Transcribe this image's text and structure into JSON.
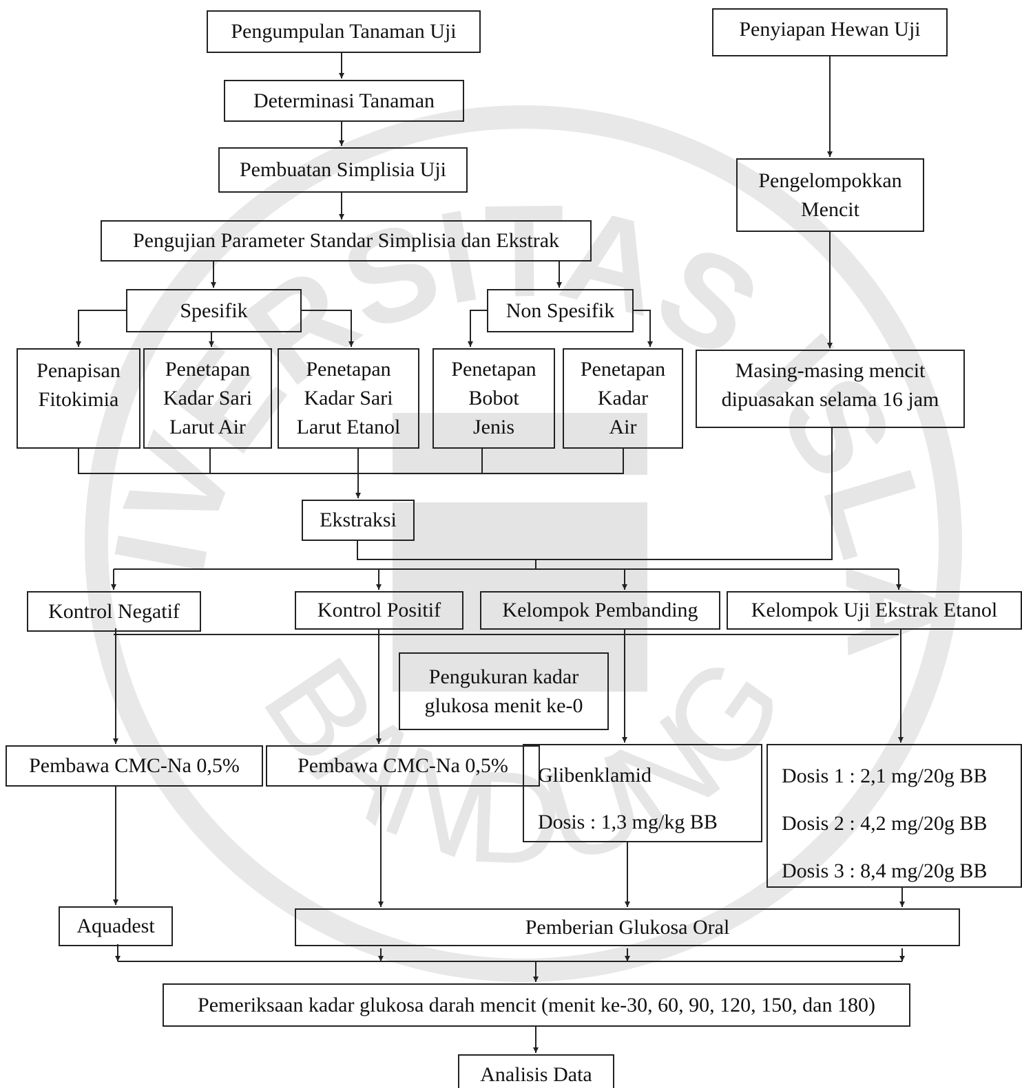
{
  "boxes": {
    "pengumpulan": "Pengumpulan Tanaman Uji",
    "determinasi": "Determinasi Tanaman",
    "pembuatan": "Pembuatan Simplisia Uji",
    "pengujian": "Pengujian Parameter Standar Simplisia dan Ekstrak",
    "spesifik": "Spesifik",
    "non_spesifik": "Non Spesifik",
    "penapisan": [
      "Penapisan",
      "Fitokimia"
    ],
    "kadar_sari_air": [
      "Penetapan",
      "Kadar Sari",
      "Larut Air"
    ],
    "kadar_sari_etanol": [
      "Penetapan",
      "Kadar Sari",
      "Larut Etanol"
    ],
    "bobot_jenis": [
      "Penetapan",
      "Bobot",
      "Jenis"
    ],
    "kadar_air": [
      "Penetapan",
      "Kadar",
      "Air"
    ],
    "ekstraksi": "Ekstraksi",
    "penyiapan_hewan": "Penyiapan Hewan Uji",
    "pengelompokkan": [
      "Pengelompokkan",
      "Mencit"
    ],
    "puasa": [
      "Masing-masing mencit",
      "dipuasakan selama 16 jam"
    ],
    "kontrol_negatif": "Kontrol Negatif",
    "kontrol_positif": "Kontrol Positif",
    "kelompok_pembanding": "Kelompok Pembanding",
    "kelompok_uji": "Kelompok Uji Ekstrak Etanol",
    "pengukuran": [
      "Pengukuran kadar",
      "glukosa menit ke-0"
    ],
    "pembawa_1": "Pembawa CMC-Na 0,5%",
    "pembawa_2": "Pembawa CMC-Na 0,5%",
    "glibenklamid": [
      "Glibenklamid",
      "Dosis : 1,3 mg/kg BB"
    ],
    "dosis_uji": [
      "Dosis 1 : 2,1 mg/20g BB",
      "Dosis 2 : 4,2 mg/20g BB",
      "Dosis 3 : 8,4 mg/20g BB"
    ],
    "aquadest": "Aquadest",
    "pemberian_glukosa": "Pemberian Glukosa Oral",
    "pemeriksaan": "Pemeriksaan kadar glukosa darah mencit (menit ke-30, 60, 90, 120, 150, dan 180)",
    "analisis": "Analisis Data"
  },
  "watermark": {
    "arc_text": "UNIVERSITAS ISLAM",
    "bottom_text": "BANDUNG"
  }
}
